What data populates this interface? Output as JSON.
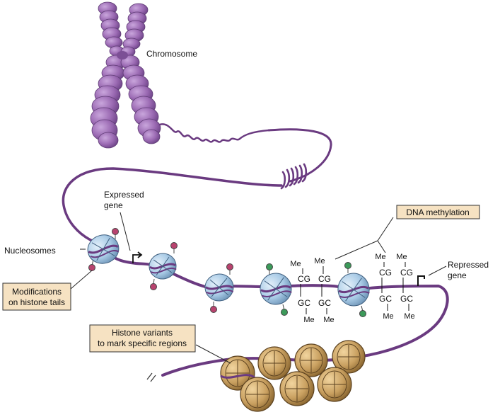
{
  "labels": {
    "chromosome": "Chromosome",
    "expressed_gene_line1": "Expressed",
    "expressed_gene_line2": "gene",
    "nucleosomes": "Nucleosomes",
    "dna_methylation": "DNA methylation",
    "repressed_gene_line1": "Repressed",
    "repressed_gene_line2": "gene",
    "modifications_line1": "Modifications",
    "modifications_line2": "on histone tails",
    "variants_line1": "Histone variants",
    "variants_line2": "to mark specific regions"
  },
  "methylation": {
    "me": "Me",
    "cg": "CG",
    "gc": "GC"
  },
  "colors": {
    "chromosome": "#9b6ab3",
    "dna": "#6a3a80",
    "nucleosome": "#a9cbe6",
    "histone_variant": "#c9a060",
    "mark_red": "#b8436e",
    "mark_green": "#3c9a5a",
    "label_box": "#f6e2c2"
  }
}
